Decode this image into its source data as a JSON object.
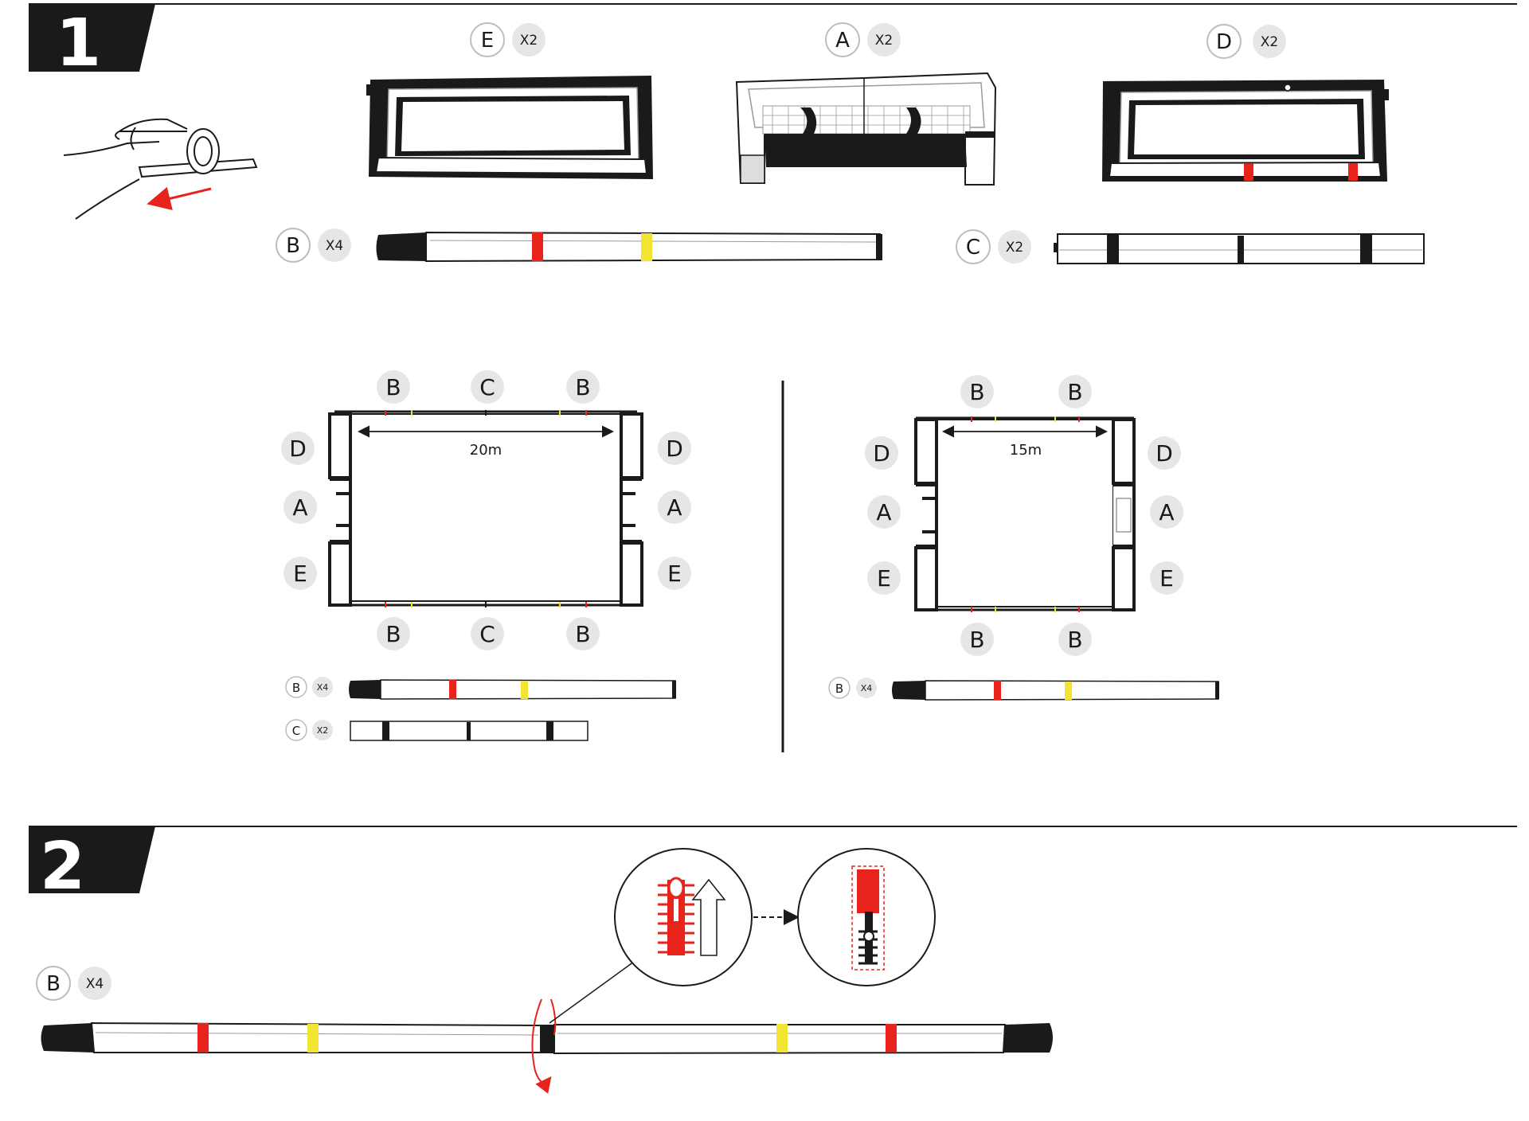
{
  "steps": [
    {
      "number": "1"
    },
    {
      "number": "2"
    }
  ],
  "parts": {
    "E": {
      "letter": "E",
      "qty": "X2"
    },
    "A": {
      "letter": "A",
      "qty": "X2"
    },
    "D": {
      "letter": "D",
      "qty": "X2"
    },
    "B": {
      "letter": "B",
      "qty": "X4"
    },
    "C": {
      "letter": "C",
      "qty": "X2"
    }
  },
  "layouts": {
    "large": {
      "dimension": "20m"
    },
    "small": {
      "dimension": "15m"
    }
  },
  "colors": {
    "ink": "#1a1a1a",
    "accent_red": "#e8231c",
    "accent_yellow": "#f2e531",
    "badge_fill": "#e6e6e6"
  },
  "icons": [
    "hand-unroll-icon",
    "zipper-icon",
    "rotate-arrow-icon",
    "up-arrow-icon"
  ]
}
